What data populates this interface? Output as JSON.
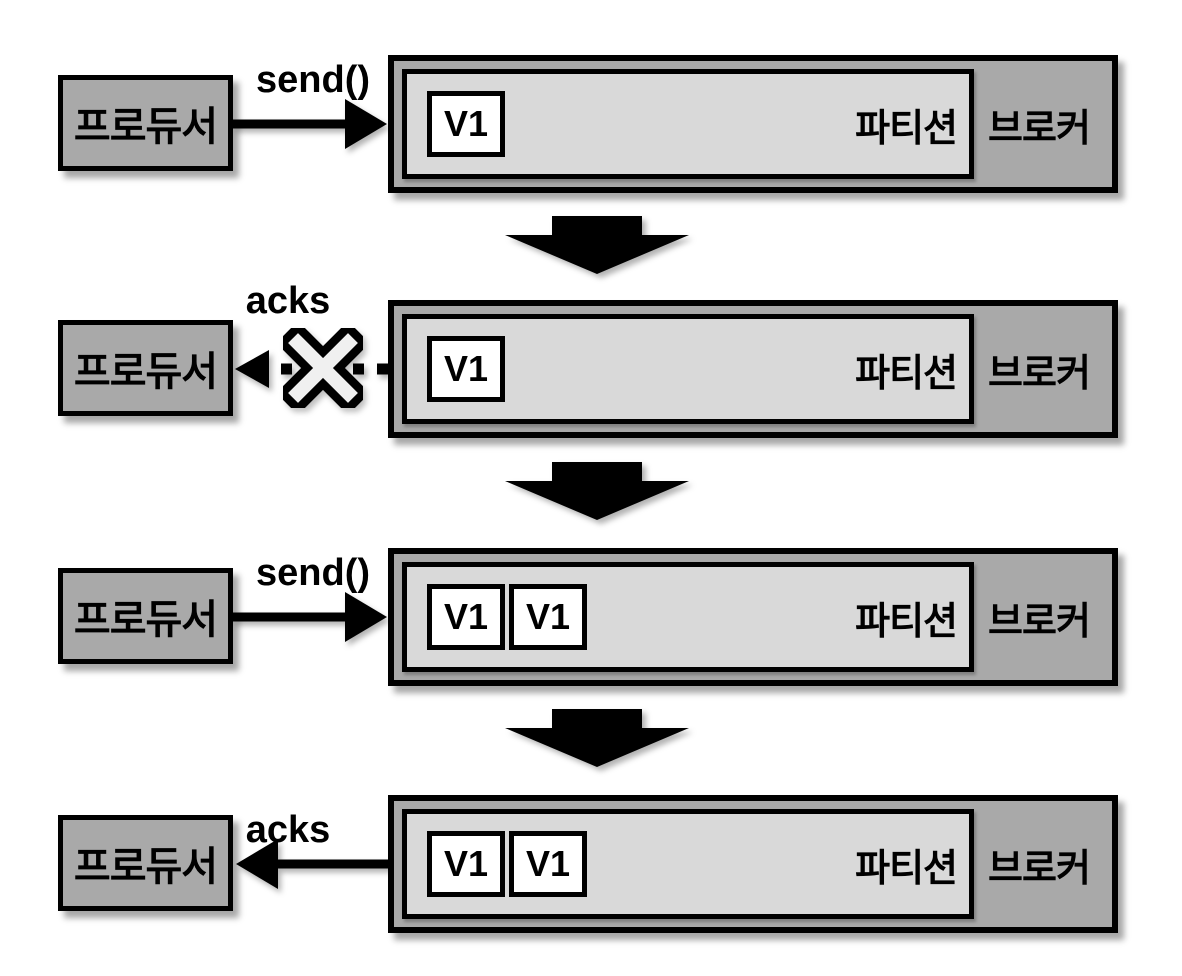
{
  "diagram": {
    "producer_label": "프로듀서",
    "partition_label": "파티션",
    "broker_label": "브로커",
    "colors": {
      "box_fill": "#a9a9a9",
      "partition_fill": "#d9d9d9",
      "message_fill": "#ffffff",
      "line": "#000000",
      "background": "#ffffff"
    },
    "rows": [
      {
        "connector_label": "send()",
        "direction": "right",
        "line_style": "solid",
        "blocked": false,
        "messages": [
          "V1"
        ]
      },
      {
        "connector_label": "acks",
        "direction": "left",
        "line_style": "dotted",
        "blocked": true,
        "messages": [
          "V1"
        ]
      },
      {
        "connector_label": "send()",
        "direction": "right",
        "line_style": "solid",
        "blocked": false,
        "messages": [
          "V1",
          "V1"
        ]
      },
      {
        "connector_label": "acks",
        "direction": "left",
        "line_style": "solid",
        "blocked": false,
        "messages": [
          "V1",
          "V1"
        ]
      }
    ]
  }
}
